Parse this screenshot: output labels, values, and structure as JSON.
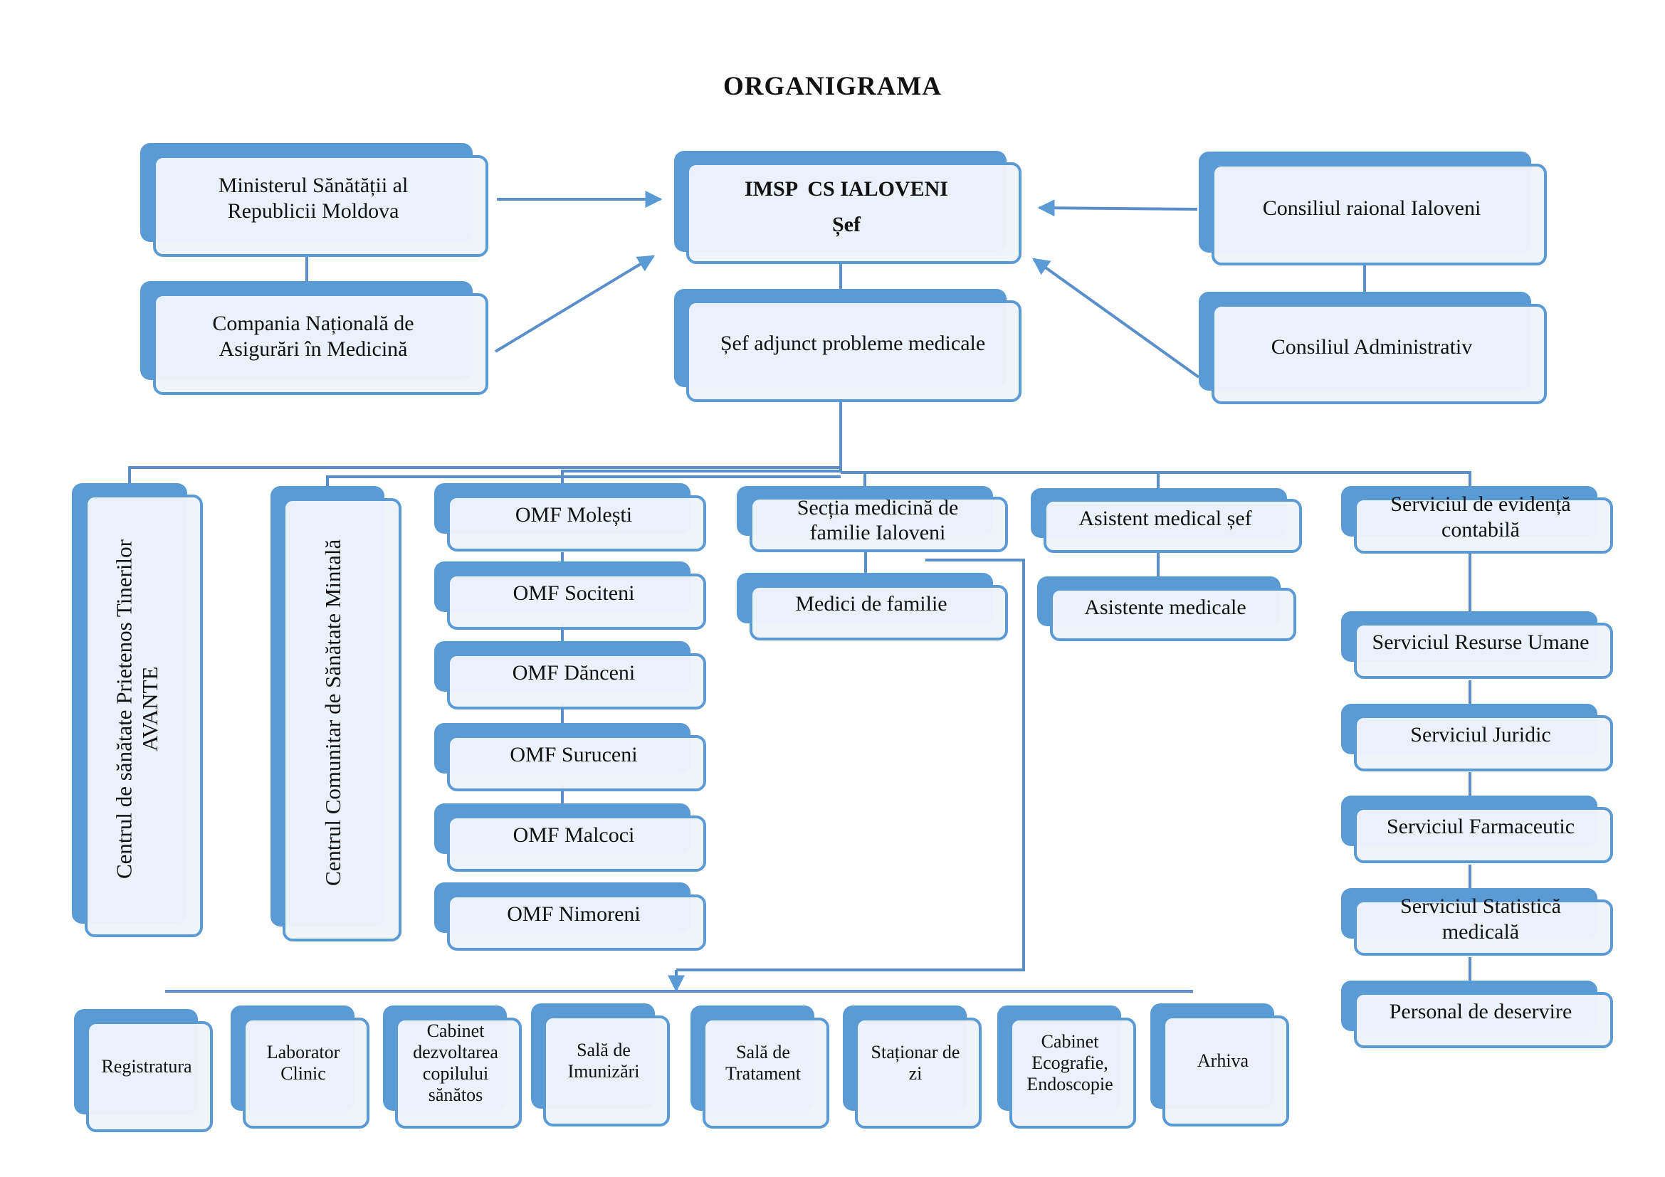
{
  "title": "ORGANIGRAMA",
  "colors": {
    "accent": "#5b9bd5",
    "box_fill": "#eef4fb",
    "line": "#5b8fc9",
    "text": "#111111"
  },
  "top": {
    "ministerul": "Ministerul Sănătății al\nRepublicii Moldova",
    "compania": "Compania Națională de\nAsigurări în Medicină",
    "imsp_title": "IMSP  CS IALOVENI",
    "imsp_role": "Șef",
    "sef_adjunct": "Șef adjunct probleme medicale",
    "consiliul_raional": "Consiliul raional Ialoveni",
    "consiliul_administrativ": "Consiliul Administrativ"
  },
  "departments": {
    "avante": "Centrul de sănătate Prietenos Tinerilor\nAVANTE",
    "mintala": "Centrul Comunitar de Sănătate Mintală",
    "omf": [
      "OMF Molești",
      "OMF Sociteni",
      "OMF Dănceni",
      "OMF Suruceni",
      "OMF Malcoci",
      "OMF Nimoreni"
    ],
    "sectia": "Secția medicină de\nfamilie Ialoveni",
    "medici": "Medici de familie",
    "asistent_sef": "Asistent medical șef",
    "asistente": "Asistente medicale",
    "servicii": [
      "Serviciul de evidență\ncontabilă",
      "Serviciul Resurse Umane",
      "Serviciul Juridic",
      "Serviciul Farmaceutic",
      "Serviciul Statistică\nmedicală",
      "Personal de deservire"
    ]
  },
  "units": [
    "Registratura",
    "Laborator\nClinic",
    "Cabinet\ndezvoltarea\ncopilului\nsănătos",
    "Sală de\nImunizări",
    "Sală de\nTratament",
    "Staționar de\nzi",
    "Cabinet\nEcografie,\nEndoscopie",
    "Arhiva"
  ]
}
